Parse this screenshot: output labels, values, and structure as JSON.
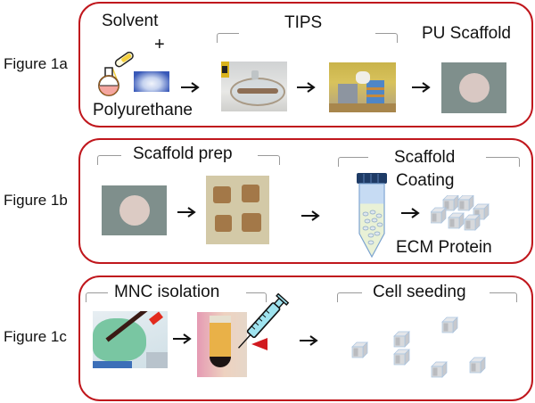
{
  "figure_labels": [
    "Figure 1a",
    "Figure 1b",
    "Figure 1c"
  ],
  "panel_1a": {
    "solvent": "Solvent",
    "plus": "+",
    "polyurethane": "Polyurethane",
    "tips": "TIPS",
    "pu_scaffold": "PU Scaffold",
    "icons": [
      "flask-icon",
      "test-tube-icon",
      "polyurethane-granules-photo",
      "vacuum-chamber-photo",
      "freeze-dryer-apparatus-photo",
      "pu-scaffold-disc-photo"
    ]
  },
  "panel_1b": {
    "scaffold_prep": "Scaffold prep",
    "scaffold_coating_line1": "Scaffold",
    "scaffold_coating_line2": "Coating",
    "ecm_protein": "ECM Protein",
    "icons": [
      "scaffold-disc-photo",
      "scaffold-cubes-photo",
      "conical-tube-icon",
      "coated-cubes-icon"
    ]
  },
  "panel_1c": {
    "mnc_isolation": "MNC isolation",
    "cell_seeding": "Cell seeding",
    "icons": [
      "blood-tube-photo",
      "centrifuged-tube-photo",
      "syringe-icon",
      "red-pointer-icon",
      "seeded-cubes-icon"
    ]
  },
  "colors": {
    "panel_border": "#c0171d",
    "bracket": "#9a9a9a",
    "arrow": "#111111"
  }
}
